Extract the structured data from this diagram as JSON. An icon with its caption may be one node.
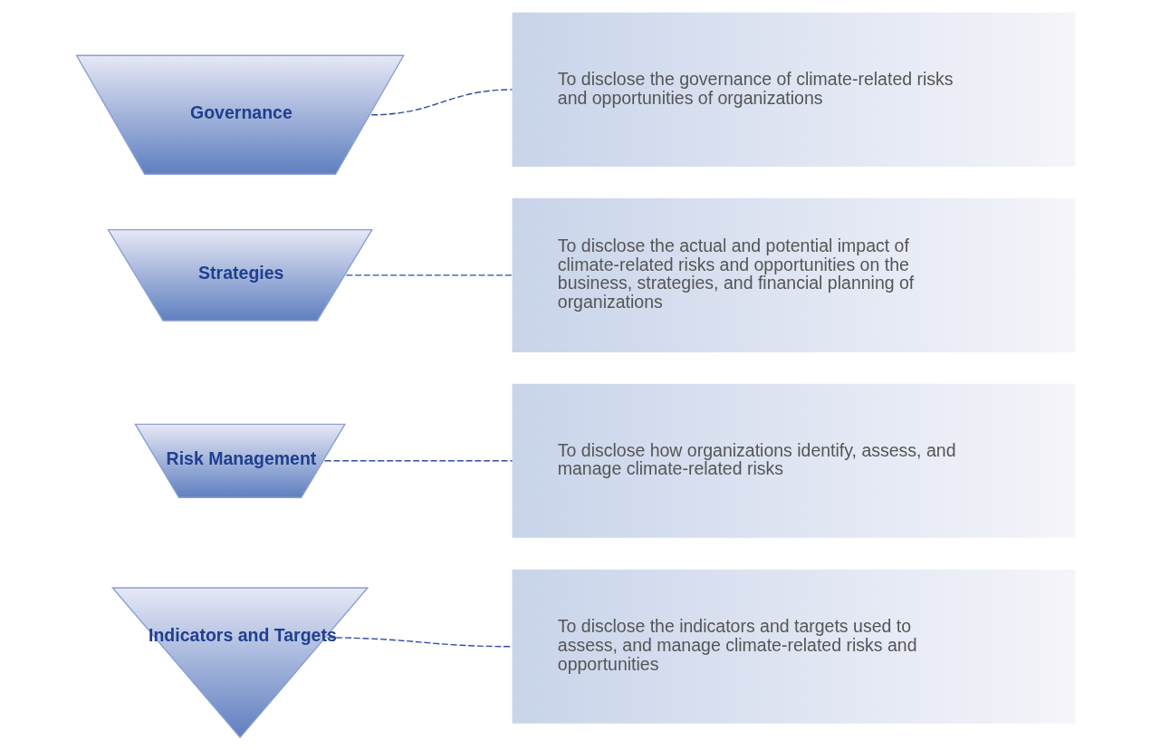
{
  "diagram": {
    "nodes": [
      {
        "text": [
          "Governance"
        ]
      },
      {
        "text": [
          "Strategies"
        ]
      },
      {
        "text": [
          "Risk Management"
        ]
      },
      {
        "text": [
          "Indicators and Targets"
        ]
      },
      {
        "text": [
          "To disclose the governance of climate-related risks and opportunities of organizations"
        ]
      },
      {
        "text": [
          "To disclose the actual and potential impact of climate-related risks and opportunities on the business, strategies, and financial planning of organizations"
        ]
      },
      {
        "text": [
          "To disclose how organizations identify, assess, and manage climate-related risks"
        ]
      },
      {
        "text": [
          "To disclose the indicators and targets used to assess, and manage climate-related risks and opportunities"
        ]
      }
    ],
    "edges": [
      {
        "from": 0,
        "to": 4,
        "arrow": "none",
        "style": "dashed"
      },
      {
        "from": 1,
        "to": 5,
        "arrow": "none",
        "style": "dashed"
      },
      {
        "from": 2,
        "to": 6,
        "arrow": "none",
        "style": "dashed"
      },
      {
        "from": 3,
        "to": 7,
        "arrow": "none",
        "style": "dashed"
      }
    ]
  }
}
